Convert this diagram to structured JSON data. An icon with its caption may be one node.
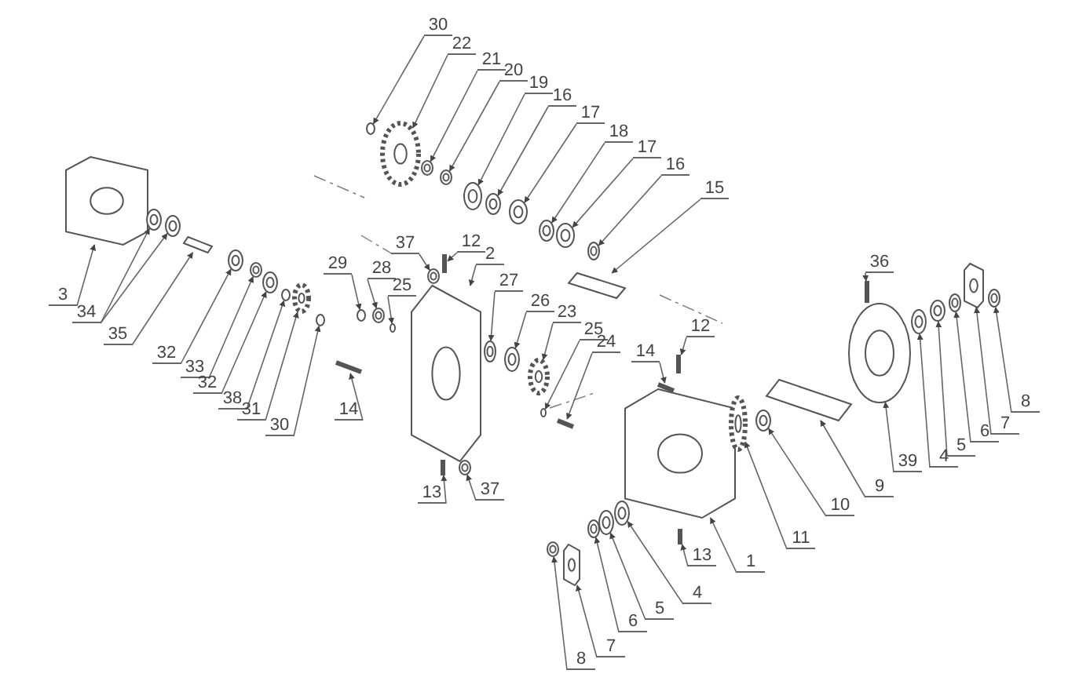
{
  "diagram": {
    "nodes": [
      {
        "text": [
          "30"
        ]
      },
      {
        "text": [
          "22"
        ]
      },
      {
        "text": [
          "21"
        ]
      },
      {
        "text": [
          "20"
        ]
      },
      {
        "text": [
          "19"
        ]
      },
      {
        "text": [
          "16"
        ]
      },
      {
        "text": [
          "17"
        ]
      },
      {
        "text": [
          "18"
        ]
      },
      {
        "text": [
          "17"
        ]
      },
      {
        "text": [
          "16"
        ]
      },
      {
        "text": [
          "15"
        ]
      },
      {
        "text": [
          "37"
        ]
      },
      {
        "text": [
          "12"
        ]
      },
      {
        "text": [
          "2"
        ]
      },
      {
        "text": [
          "29"
        ]
      },
      {
        "text": [
          "28"
        ]
      },
      {
        "text": [
          "25"
        ]
      },
      {
        "text": [
          "27"
        ]
      },
      {
        "text": [
          "26"
        ]
      },
      {
        "text": [
          "23"
        ]
      },
      {
        "text": [
          "36"
        ]
      },
      {
        "text": [
          "25"
        ]
      },
      {
        "text": [
          "24"
        ]
      },
      {
        "text": [
          "12"
        ]
      },
      {
        "text": [
          "14"
        ]
      },
      {
        "text": [
          "3"
        ]
      },
      {
        "text": [
          "34"
        ]
      },
      {
        "text": [
          "35"
        ]
      },
      {
        "text": [
          "32"
        ]
      },
      {
        "text": [
          "33"
        ]
      },
      {
        "text": [
          "32"
        ]
      },
      {
        "text": [
          "38"
        ]
      },
      {
        "text": [
          "31"
        ]
      },
      {
        "text": [
          "30"
        ]
      },
      {
        "text": [
          "14"
        ]
      },
      {
        "text": [
          "8"
        ]
      },
      {
        "text": [
          "7"
        ]
      },
      {
        "text": [
          "6"
        ]
      },
      {
        "text": [
          "5"
        ]
      },
      {
        "text": [
          "4"
        ]
      },
      {
        "text": [
          "39"
        ]
      },
      {
        "text": [
          "9"
        ]
      },
      {
        "text": [
          "10"
        ]
      },
      {
        "text": [
          "11"
        ]
      },
      {
        "text": [
          "1"
        ]
      },
      {
        "text": [
          "13"
        ]
      },
      {
        "text": [
          "37"
        ]
      },
      {
        "text": [
          "13"
        ]
      },
      {
        "text": [
          "4"
        ]
      },
      {
        "text": [
          "5"
        ]
      },
      {
        "text": [
          "6"
        ]
      },
      {
        "text": [
          "7"
        ]
      },
      {
        "text": [
          "8"
        ]
      },
      {
        "text": [],
        "shape": "picture"
      },
      {
        "text": [],
        "shape": "circle"
      },
      {
        "text": [],
        "shape": "circle"
      },
      {
        "text": [],
        "shape": "bar"
      },
      {
        "text": [],
        "shape": "circle"
      },
      {
        "text": [],
        "shape": "circle"
      },
      {
        "text": [],
        "shape": "circle"
      },
      {
        "text": [],
        "shape": "circle"
      },
      {
        "text": [],
        "shape": "gear"
      },
      {
        "text": [],
        "shape": "circle"
      },
      {
        "text": [],
        "shape": "bolt"
      },
      {
        "text": [],
        "shape": "circle"
      },
      {
        "text": [],
        "shape": "circle"
      },
      {
        "text": [],
        "shape": "circle"
      },
      {
        "text": [],
        "shape": "circle"
      },
      {
        "text": [],
        "shape": "gear"
      },
      {
        "text": [],
        "shape": "circle"
      },
      {
        "text": [],
        "shape": "circle"
      },
      {
        "text": [],
        "shape": "bolt"
      },
      {
        "text": [],
        "shape": "bolt"
      },
      {
        "text": [],
        "shape": "picture"
      },
      {
        "text": [],
        "shape": "circle"
      },
      {
        "text": [],
        "shape": "circle"
      },
      {
        "text": [],
        "shape": "circle"
      },
      {
        "text": [],
        "shape": "circle"
      },
      {
        "text": [],
        "shape": "circle"
      },
      {
        "text": [],
        "shape": "circle"
      },
      {
        "text": [],
        "shape": "circle"
      },
      {
        "text": [],
        "shape": "gear"
      },
      {
        "text": [],
        "shape": "circle"
      },
      {
        "text": [],
        "shape": "circle"
      },
      {
        "text": [],
        "shape": "circle"
      },
      {
        "text": [],
        "shape": "bolt"
      },
      {
        "text": [],
        "shape": "circle"
      },
      {
        "text": [],
        "shape": "picture"
      },
      {
        "text": [],
        "shape": "circle"
      },
      {
        "text": [],
        "shape": "bar"
      },
      {
        "text": [],
        "shape": "circle"
      },
      {
        "text": [],
        "shape": "circle"
      },
      {
        "text": [],
        "shape": "circle"
      },
      {
        "text": [],
        "shape": "bolt"
      },
      {
        "text": [],
        "shape": "bolt"
      },
      {
        "text": [],
        "shape": "bolt"
      },
      {
        "text": [],
        "shape": "picture"
      },
      {
        "text": [],
        "shape": "gear"
      },
      {
        "text": [],
        "shape": "circle"
      },
      {
        "text": [],
        "shape": "bar"
      },
      {
        "text": [],
        "shape": "bolt"
      },
      {
        "text": [],
        "shape": "circle"
      },
      {
        "text": [],
        "shape": "circle"
      },
      {
        "text": [],
        "shape": "circle"
      },
      {
        "text": [],
        "shape": "circle"
      },
      {
        "text": [],
        "shape": "picture"
      },
      {
        "text": [],
        "shape": "circle"
      }
    ],
    "edges": [
      {
        "from": 0,
        "to": 65,
        "arrow": "to"
      },
      {
        "from": 1,
        "to": 68,
        "arrow": "to"
      },
      {
        "from": 2,
        "to": 69,
        "arrow": "to"
      },
      {
        "from": 3,
        "to": 74,
        "arrow": "to"
      },
      {
        "from": 4,
        "to": 76,
        "arrow": "to"
      },
      {
        "from": 5,
        "to": 78,
        "arrow": "to"
      },
      {
        "from": 6,
        "to": 80,
        "arrow": "to"
      },
      {
        "from": 7,
        "to": 83,
        "arrow": "to"
      },
      {
        "from": 8,
        "to": 86,
        "arrow": "to"
      },
      {
        "from": 9,
        "to": 88,
        "arrow": "to"
      },
      {
        "from": 10,
        "to": 89,
        "arrow": "to"
      },
      {
        "from": 11,
        "to": 70,
        "arrow": "to"
      },
      {
        "from": 12,
        "to": 72,
        "arrow": "to"
      },
      {
        "from": 13,
        "to": 73,
        "arrow": "to"
      },
      {
        "from": 14,
        "to": 64,
        "arrow": "to"
      },
      {
        "from": 15,
        "to": 66,
        "arrow": "to"
      },
      {
        "from": 16,
        "to": 67,
        "arrow": "to"
      },
      {
        "from": 17,
        "to": 77,
        "arrow": "to"
      },
      {
        "from": 18,
        "to": 79,
        "arrow": "to"
      },
      {
        "from": 19,
        "to": 81,
        "arrow": "to"
      },
      {
        "from": 20,
        "to": 100,
        "arrow": "to"
      },
      {
        "from": 21,
        "to": 82,
        "arrow": "to"
      },
      {
        "from": 22,
        "to": 85,
        "arrow": "to"
      },
      {
        "from": 23,
        "to": 94,
        "arrow": "to"
      },
      {
        "from": 24,
        "to": 93,
        "arrow": "to"
      },
      {
        "from": 25,
        "to": 53,
        "arrow": "to"
      },
      {
        "from": 26,
        "to": 54,
        "arrow": "to"
      },
      {
        "from": 26,
        "to": 55,
        "arrow": "to"
      },
      {
        "from": 27,
        "to": 56,
        "arrow": "to"
      },
      {
        "from": 28,
        "to": 57,
        "arrow": "to"
      },
      {
        "from": 29,
        "to": 58,
        "arrow": "to"
      },
      {
        "from": 30,
        "to": 59,
        "arrow": "to"
      },
      {
        "from": 31,
        "to": 60,
        "arrow": "to"
      },
      {
        "from": 32,
        "to": 61,
        "arrow": "to"
      },
      {
        "from": 33,
        "to": 62,
        "arrow": "to"
      },
      {
        "from": 34,
        "to": 63,
        "arrow": "to"
      },
      {
        "from": 35,
        "to": 106,
        "arrow": "to"
      },
      {
        "from": 36,
        "to": 105,
        "arrow": "to"
      },
      {
        "from": 37,
        "to": 104,
        "arrow": "to"
      },
      {
        "from": 38,
        "to": 103,
        "arrow": "to"
      },
      {
        "from": 39,
        "to": 102,
        "arrow": "to"
      },
      {
        "from": 40,
        "to": 101,
        "arrow": "to"
      },
      {
        "from": 41,
        "to": 99,
        "arrow": "to"
      },
      {
        "from": 42,
        "to": 98,
        "arrow": "to"
      },
      {
        "from": 43,
        "to": 97,
        "arrow": "to"
      },
      {
        "from": 44,
        "to": 96,
        "arrow": "to"
      },
      {
        "from": 45,
        "to": 95,
        "arrow": "to"
      },
      {
        "from": 46,
        "to": 75,
        "arrow": "to"
      },
      {
        "from": 47,
        "to": 71,
        "arrow": "to"
      },
      {
        "from": 48,
        "to": 92,
        "arrow": "to"
      },
      {
        "from": 49,
        "to": 91,
        "arrow": "to"
      },
      {
        "from": 50,
        "to": 90,
        "arrow": "to"
      },
      {
        "from": 51,
        "to": 87,
        "arrow": "to"
      },
      {
        "from": 52,
        "to": 84,
        "arrow": "to"
      }
    ]
  }
}
